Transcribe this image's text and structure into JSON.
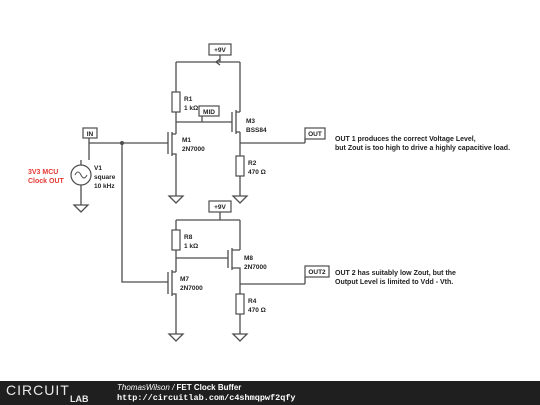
{
  "circuit": {
    "supply": "+9V",
    "nets": {
      "in": "IN",
      "mid": "MID",
      "out": "OUT",
      "out2": "OUT2"
    },
    "source": {
      "desc_line1": "3V3 MCU",
      "desc_line2": "Clock OUT",
      "ref": "V1",
      "wave": "square",
      "freq": "10 kHz"
    },
    "parts": {
      "R1": {
        "ref": "R1",
        "value": "1 kΩ"
      },
      "M1": {
        "ref": "M1",
        "value": "2N7000"
      },
      "M3": {
        "ref": "M3",
        "value": "BSS84"
      },
      "R2": {
        "ref": "R2",
        "value": "470 Ω"
      },
      "R8": {
        "ref": "R8",
        "value": "1 kΩ"
      },
      "M8": {
        "ref": "M8",
        "value": "2N7000"
      },
      "M7": {
        "ref": "M7",
        "value": "2N7000"
      },
      "R4": {
        "ref": "R4",
        "value": "470 Ω"
      }
    },
    "notes": {
      "out1_line1": "OUT 1 produces the correct Voltage Level,",
      "out1_line2": "but Zout is too high to drive a highly capacitive load.",
      "out2_line1": "OUT 2 has suitably low Zout, but the",
      "out2_line2": "Output Level is limited to Vdd - Vth."
    },
    "colors": {
      "wire": "#4d4d4d",
      "source_label": "#e53935",
      "footer": "#1f1f1f"
    }
  },
  "footer": {
    "logo_top": "CIRCUIT",
    "logo_bottom": "LAB",
    "author": "ThomasWilson",
    "title": "FET Clock Buffer",
    "url": "http://circuitlab.com/c4shmqpwf2qfy"
  }
}
